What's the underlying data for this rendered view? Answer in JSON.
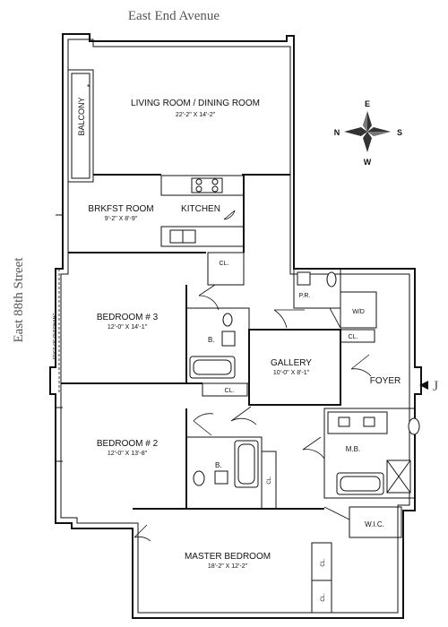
{
  "streets": {
    "north": "East End Avenue",
    "west": "East 88th Street"
  },
  "compass": {
    "n": "N",
    "s": "S",
    "e": "E",
    "w": "W"
  },
  "rooms": {
    "balcony": "BALCONY",
    "living": {
      "name": "LIVING ROOM / DINING ROOM",
      "dims": "22'-2\" X 14'-2\""
    },
    "breakfast": {
      "name": "BRKFST ROOM",
      "dims": "9'-2\" X 8'-9\""
    },
    "kitchen": {
      "name": "KITCHEN"
    },
    "bedroom3": {
      "name": "BEDROOM # 3",
      "dims": "12'-0\" X 14'-1\""
    },
    "gallery": {
      "name": "GALLERY",
      "dims": "10'-0\" X 8'-1\""
    },
    "foyer": {
      "name": "FOYER"
    },
    "bedroom2": {
      "name": "BEDROOM # 2",
      "dims": "12'-0\" X 13'-8\""
    },
    "master": {
      "name": "MASTER BEDROOM",
      "dims": "18'-2\" X 12'-2\""
    }
  },
  "labels": {
    "closet": "CL.",
    "bath": "B.",
    "powder_room": "P.R.",
    "washer_dryer": "W/D",
    "master_bath": "M.B.",
    "walk_in_closet": "W.I.C.",
    "edge_of_overhang": "EDGE OF OVERHANG",
    "entry_marker": "J"
  }
}
